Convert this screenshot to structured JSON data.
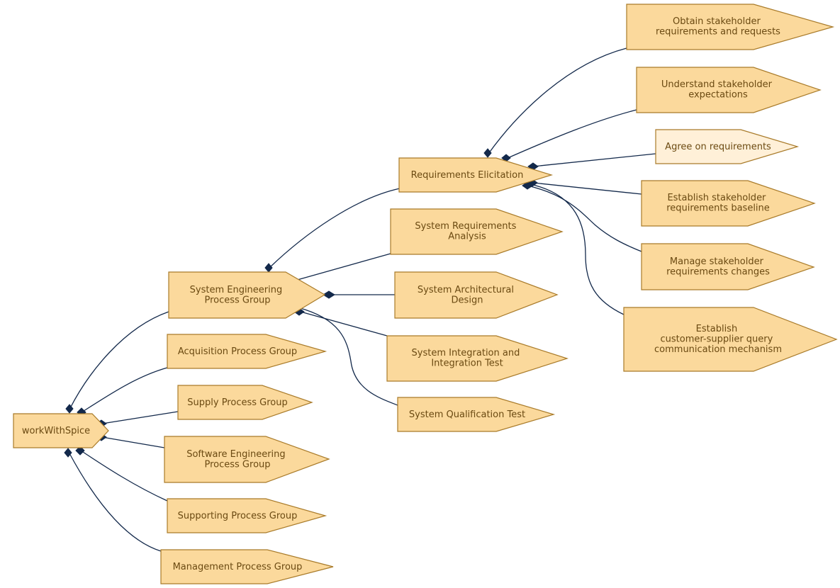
{
  "diagram": {
    "type": "tree",
    "colors": {
      "node_fill": "#fbd99c",
      "node_fill_highlight": "#fff0d8",
      "node_stroke": "#a97b2a",
      "text": "#6b4a12",
      "edge": "#13294b"
    },
    "nodes": {
      "root": {
        "lines": [
          "workWithSpice"
        ]
      },
      "seg": {
        "lines": [
          "System Engineering",
          "Process Group"
        ]
      },
      "acq": {
        "lines": [
          "Acquisition Process Group"
        ]
      },
      "sup": {
        "lines": [
          "Supply Process Group"
        ]
      },
      "swe": {
        "lines": [
          "Software Engineering",
          "Process Group"
        ]
      },
      "spg": {
        "lines": [
          "Supporting Process Group"
        ]
      },
      "mpg": {
        "lines": [
          "Management Process Group"
        ]
      },
      "re": {
        "lines": [
          "Requirements Elicitation"
        ]
      },
      "sra": {
        "lines": [
          "System Requirements",
          "Analysis"
        ]
      },
      "sad": {
        "lines": [
          "System Architectural",
          "Design"
        ]
      },
      "sit": {
        "lines": [
          "System Integration and",
          "Integration Test"
        ]
      },
      "sqt": {
        "lines": [
          "System Qualification Test"
        ]
      },
      "ob": {
        "lines": [
          "Obtain stakeholder",
          "requirements and requests"
        ]
      },
      "us": {
        "lines": [
          "Understand stakeholder",
          "expectations"
        ]
      },
      "ag": {
        "lines": [
          "Agree on requirements"
        ],
        "highlight": true
      },
      "es": {
        "lines": [
          "Establish stakeholder",
          "requirements baseline"
        ]
      },
      "ms": {
        "lines": [
          "Manage stakeholder",
          "requirements changes"
        ]
      },
      "ec": {
        "lines": [
          "Establish",
          "customer-supplier query",
          "communication mechanism"
        ]
      }
    }
  }
}
